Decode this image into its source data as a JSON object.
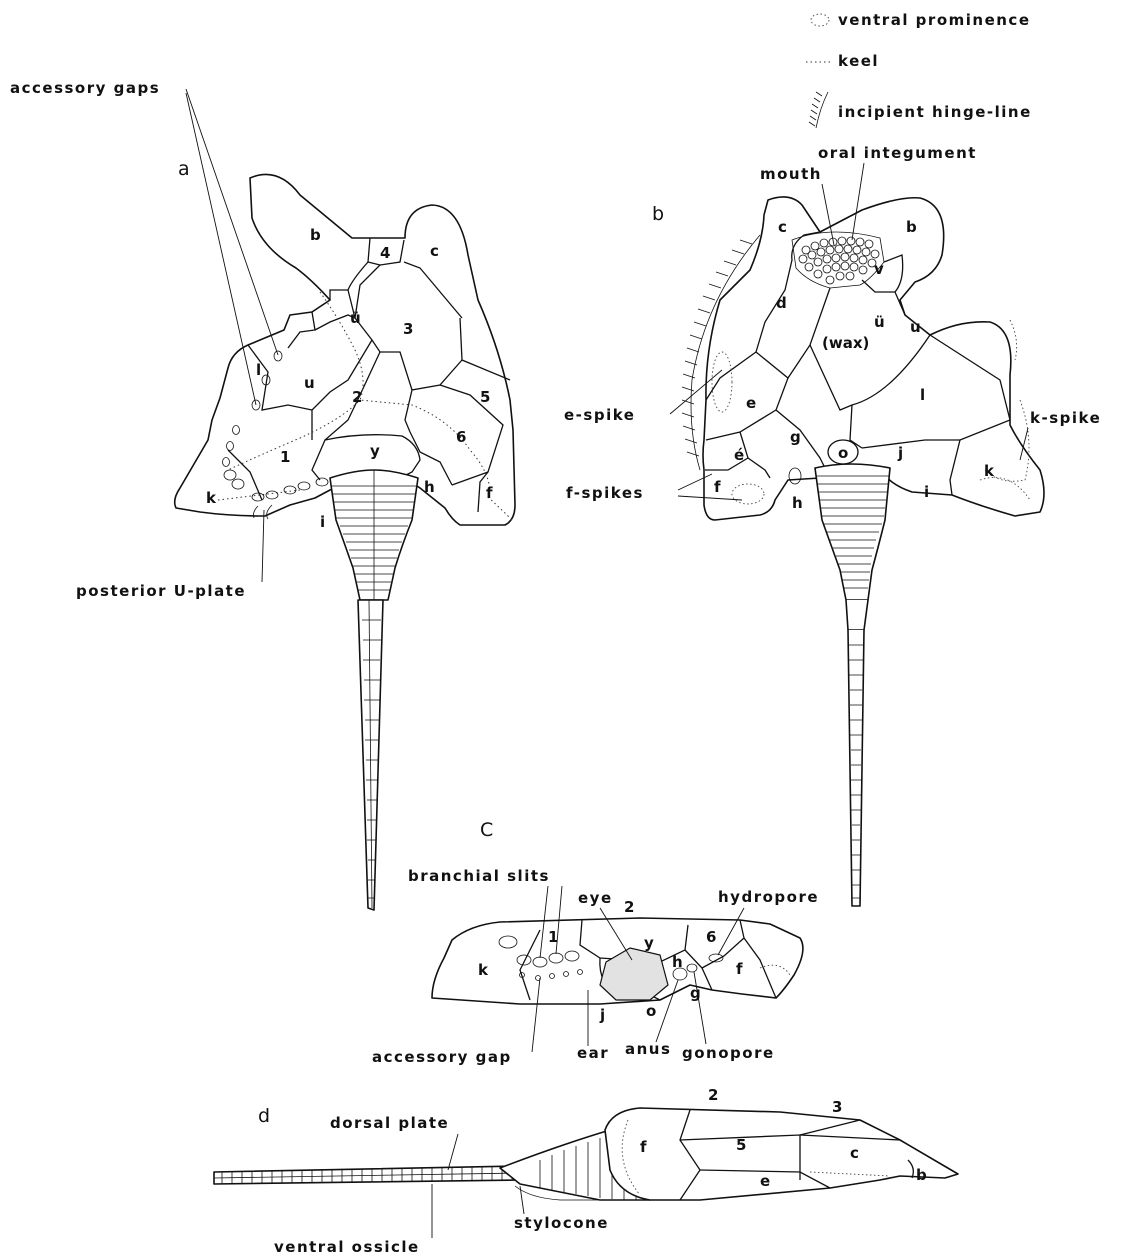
{
  "legend": {
    "ventral_prominence": "ventral prominence",
    "keel": "keel",
    "hinge_line": "incipient hinge-line"
  },
  "panels": {
    "a": {
      "letter": "a",
      "labels": {
        "accessory_gaps": "accessory gaps",
        "posterior_u_plate": "posterior U-plate"
      },
      "plates": {
        "b": "b",
        "c": "c",
        "p4": "4",
        "p3": "3",
        "u_uml": "ü",
        "u": "u",
        "l": "l",
        "p2": "2",
        "p5": "5",
        "p1": "1",
        "p6": "6",
        "y": "y",
        "k": "k",
        "h": "h",
        "i": "i",
        "f": "f"
      }
    },
    "b": {
      "letter": "b",
      "labels": {
        "mouth": "mouth",
        "oral_integument": "oral integument",
        "e_spike": "e-spike",
        "k_spike": "k-spike",
        "f_spikes": "f-spikes"
      },
      "plates": {
        "c": "c",
        "b": "b",
        "v": "v",
        "d": "d",
        "wax": "(wax)",
        "u_uml": "ü",
        "u": "u",
        "e": "e",
        "l": "l",
        "g": "g",
        "e_acute": "é",
        "o": "o",
        "j": "j",
        "k": "k",
        "f": "f",
        "h": "h",
        "i": "i"
      }
    },
    "c": {
      "letter": "C",
      "labels": {
        "branchial_slits": "branchial slits",
        "eye": "eye",
        "hydropore": "hydropore",
        "accessory_gap": "accessory gap",
        "ear": "ear",
        "anus": "anus",
        "gonopore": "gonopore"
      },
      "plates": {
        "p2": "2",
        "p6": "6",
        "p1": "1",
        "y": "y",
        "k": "k",
        "h": "h",
        "f": "f",
        "j": "j",
        "o": "o",
        "g": "g"
      }
    },
    "d": {
      "letter": "d",
      "labels": {
        "dorsal_plate": "dorsal plate",
        "stylocone": "stylocone",
        "ventral_ossicle": "ventral ossicle"
      },
      "plates": {
        "p2": "2",
        "p3": "3",
        "f": "f",
        "p5": "5",
        "c": "c",
        "e": "e",
        "b": "b"
      }
    }
  }
}
